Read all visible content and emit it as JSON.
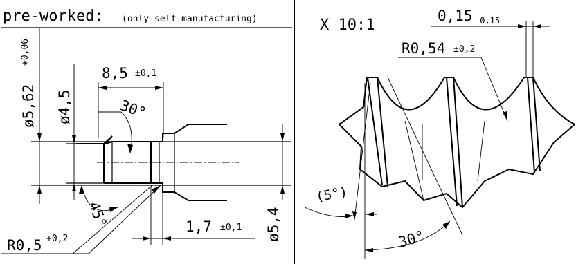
{
  "left_view": {
    "heading": "pre-worked:",
    "heading_note": "(only self-manufacturing)",
    "dim_d562": "ø5,62",
    "dim_d562_tol": "+0,06",
    "dim_d45": "ø4,5",
    "dim_85": "8,5",
    "dim_85_tol": "±0,1",
    "angle_30": "30°",
    "angle_45": "45°",
    "radius_r05": "R0,5",
    "radius_r05_tol": "+0,2",
    "dim_17": "1,7",
    "dim_17_tol": "±0,1",
    "dim_d54": "ø5,4"
  },
  "right_view": {
    "scale": "X 10:1",
    "dim_015": "0,15",
    "dim_015_tol": "-0,15",
    "radius_r054": "R0,54",
    "radius_r054_tol": "±0,2",
    "angle_5": "(5°)",
    "angle_30": "30°"
  }
}
